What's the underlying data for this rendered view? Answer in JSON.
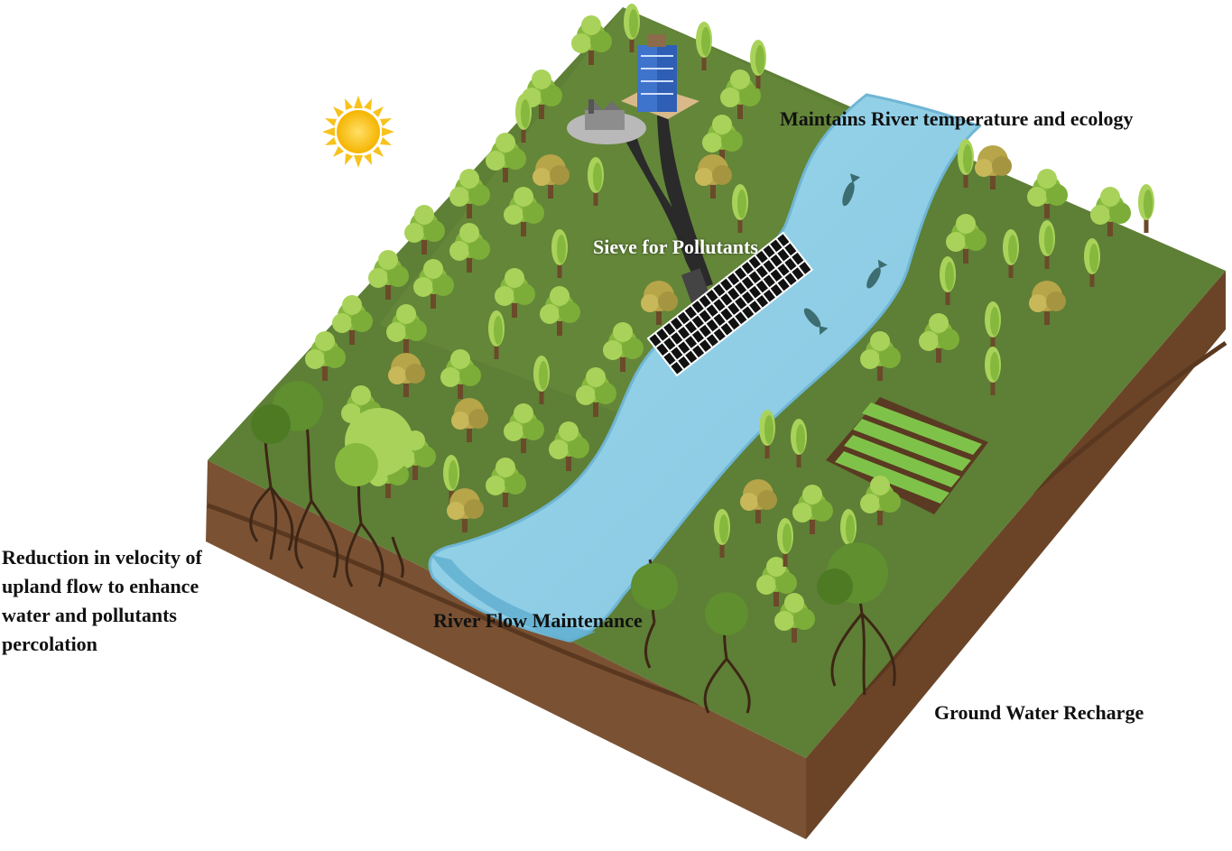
{
  "colors": {
    "grass": "#5e7f36",
    "grass_light": "#6f9140",
    "soil_top": "#7a5233",
    "soil_side": "#6b4428",
    "soil_layer": "#5a3820",
    "river": "#8fcfe6",
    "river_edge": "#6fb6d4",
    "sun": "#f7c21c",
    "tree_light": "#a9d25a",
    "tree_mid": "#86b83e",
    "tree_dark": "#5f8f2e",
    "trunk": "#6b4a2a",
    "root": "#3d2616"
  },
  "icons": {
    "sun": "sun-icon",
    "building": "office-building-icon",
    "factory": "factory-icon",
    "sieve": "sieve-grid-icon",
    "fish": "fish-icon",
    "crop_field": "crop-rows-icon",
    "tree": "tree-icon"
  },
  "labels": {
    "ecology": "Maintains River temperature and ecology",
    "sieve": "Sieve for Pollutants",
    "velocity": [
      "Reduction in velocity of",
      "upland flow to enhance",
      "water and pollutants",
      "percolation"
    ],
    "river_flow": "River Flow Maintenance",
    "ground_water": "Ground Water Recharge"
  }
}
